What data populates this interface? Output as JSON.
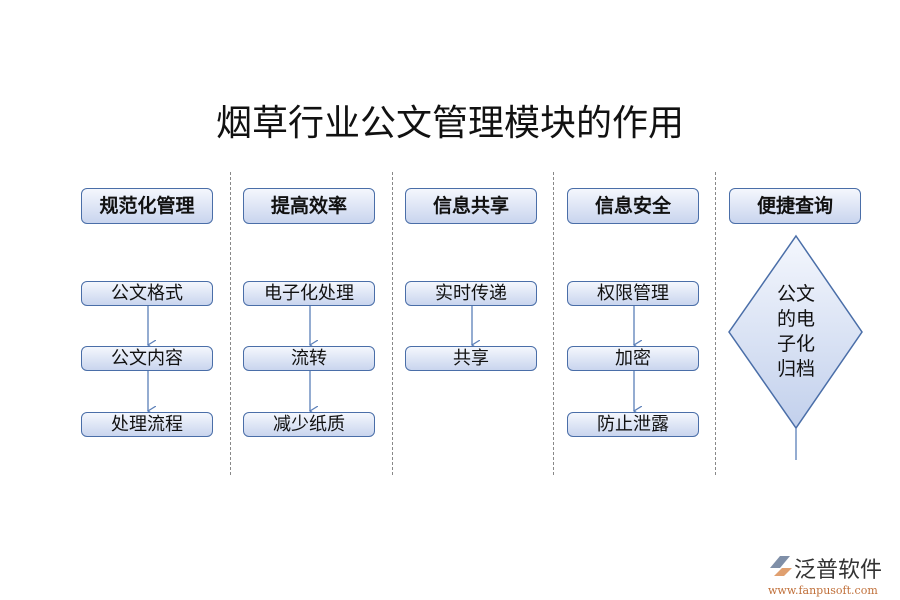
{
  "title": "烟草行业公文管理模块的作用",
  "columns": [
    {
      "header": "规范化管理",
      "items": [
        "公文格式",
        "公文内容",
        "处理流程"
      ]
    },
    {
      "header": "提高效率",
      "items": [
        "电子化处理",
        "流转",
        "减少纸质"
      ]
    },
    {
      "header": "信息共享",
      "items": [
        "实时传递",
        "共享"
      ]
    },
    {
      "header": "信息安全",
      "items": [
        "权限管理",
        "加密",
        "防止泄露"
      ]
    },
    {
      "header": "便捷查询",
      "diamond": "公文的电子化归档"
    }
  ],
  "diamond_lines": [
    "公文",
    "的电",
    "子化",
    "归档"
  ],
  "logo": {
    "name": "泛普软件",
    "url": "www.fanpusoft.com"
  },
  "colors": {
    "box_border": "#4a6ea8",
    "box_fill": "#c9d5ee",
    "arrow": "#5b7fb8"
  }
}
